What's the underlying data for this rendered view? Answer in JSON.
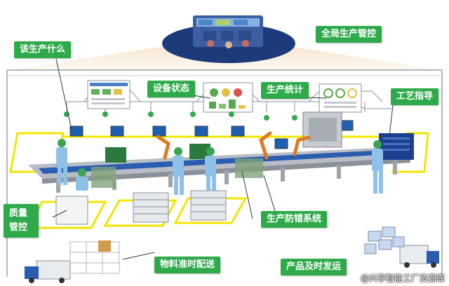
{
  "labels": {
    "global_control": "全局生产管控",
    "what_to_produce": "该生产什么",
    "equipment_status": "设备状态",
    "production_stats": "生产统计",
    "process_guidance": "工艺指导",
    "quality_control_line1": "质量",
    "quality_control_line2": "管控",
    "error_proofing": "生产防错系统",
    "material_delivery": "物料准时配送",
    "product_shipping": "产品及时发运"
  },
  "watermark": "@兴享智能工厂资源库",
  "colors": {
    "label_green": "#2eaa4a",
    "zone_yellow": "#f2e600",
    "conveyor_blue": "#2a5db0",
    "worker_blue": "#8fc1e8",
    "robot_orange": "#e07a1f"
  }
}
